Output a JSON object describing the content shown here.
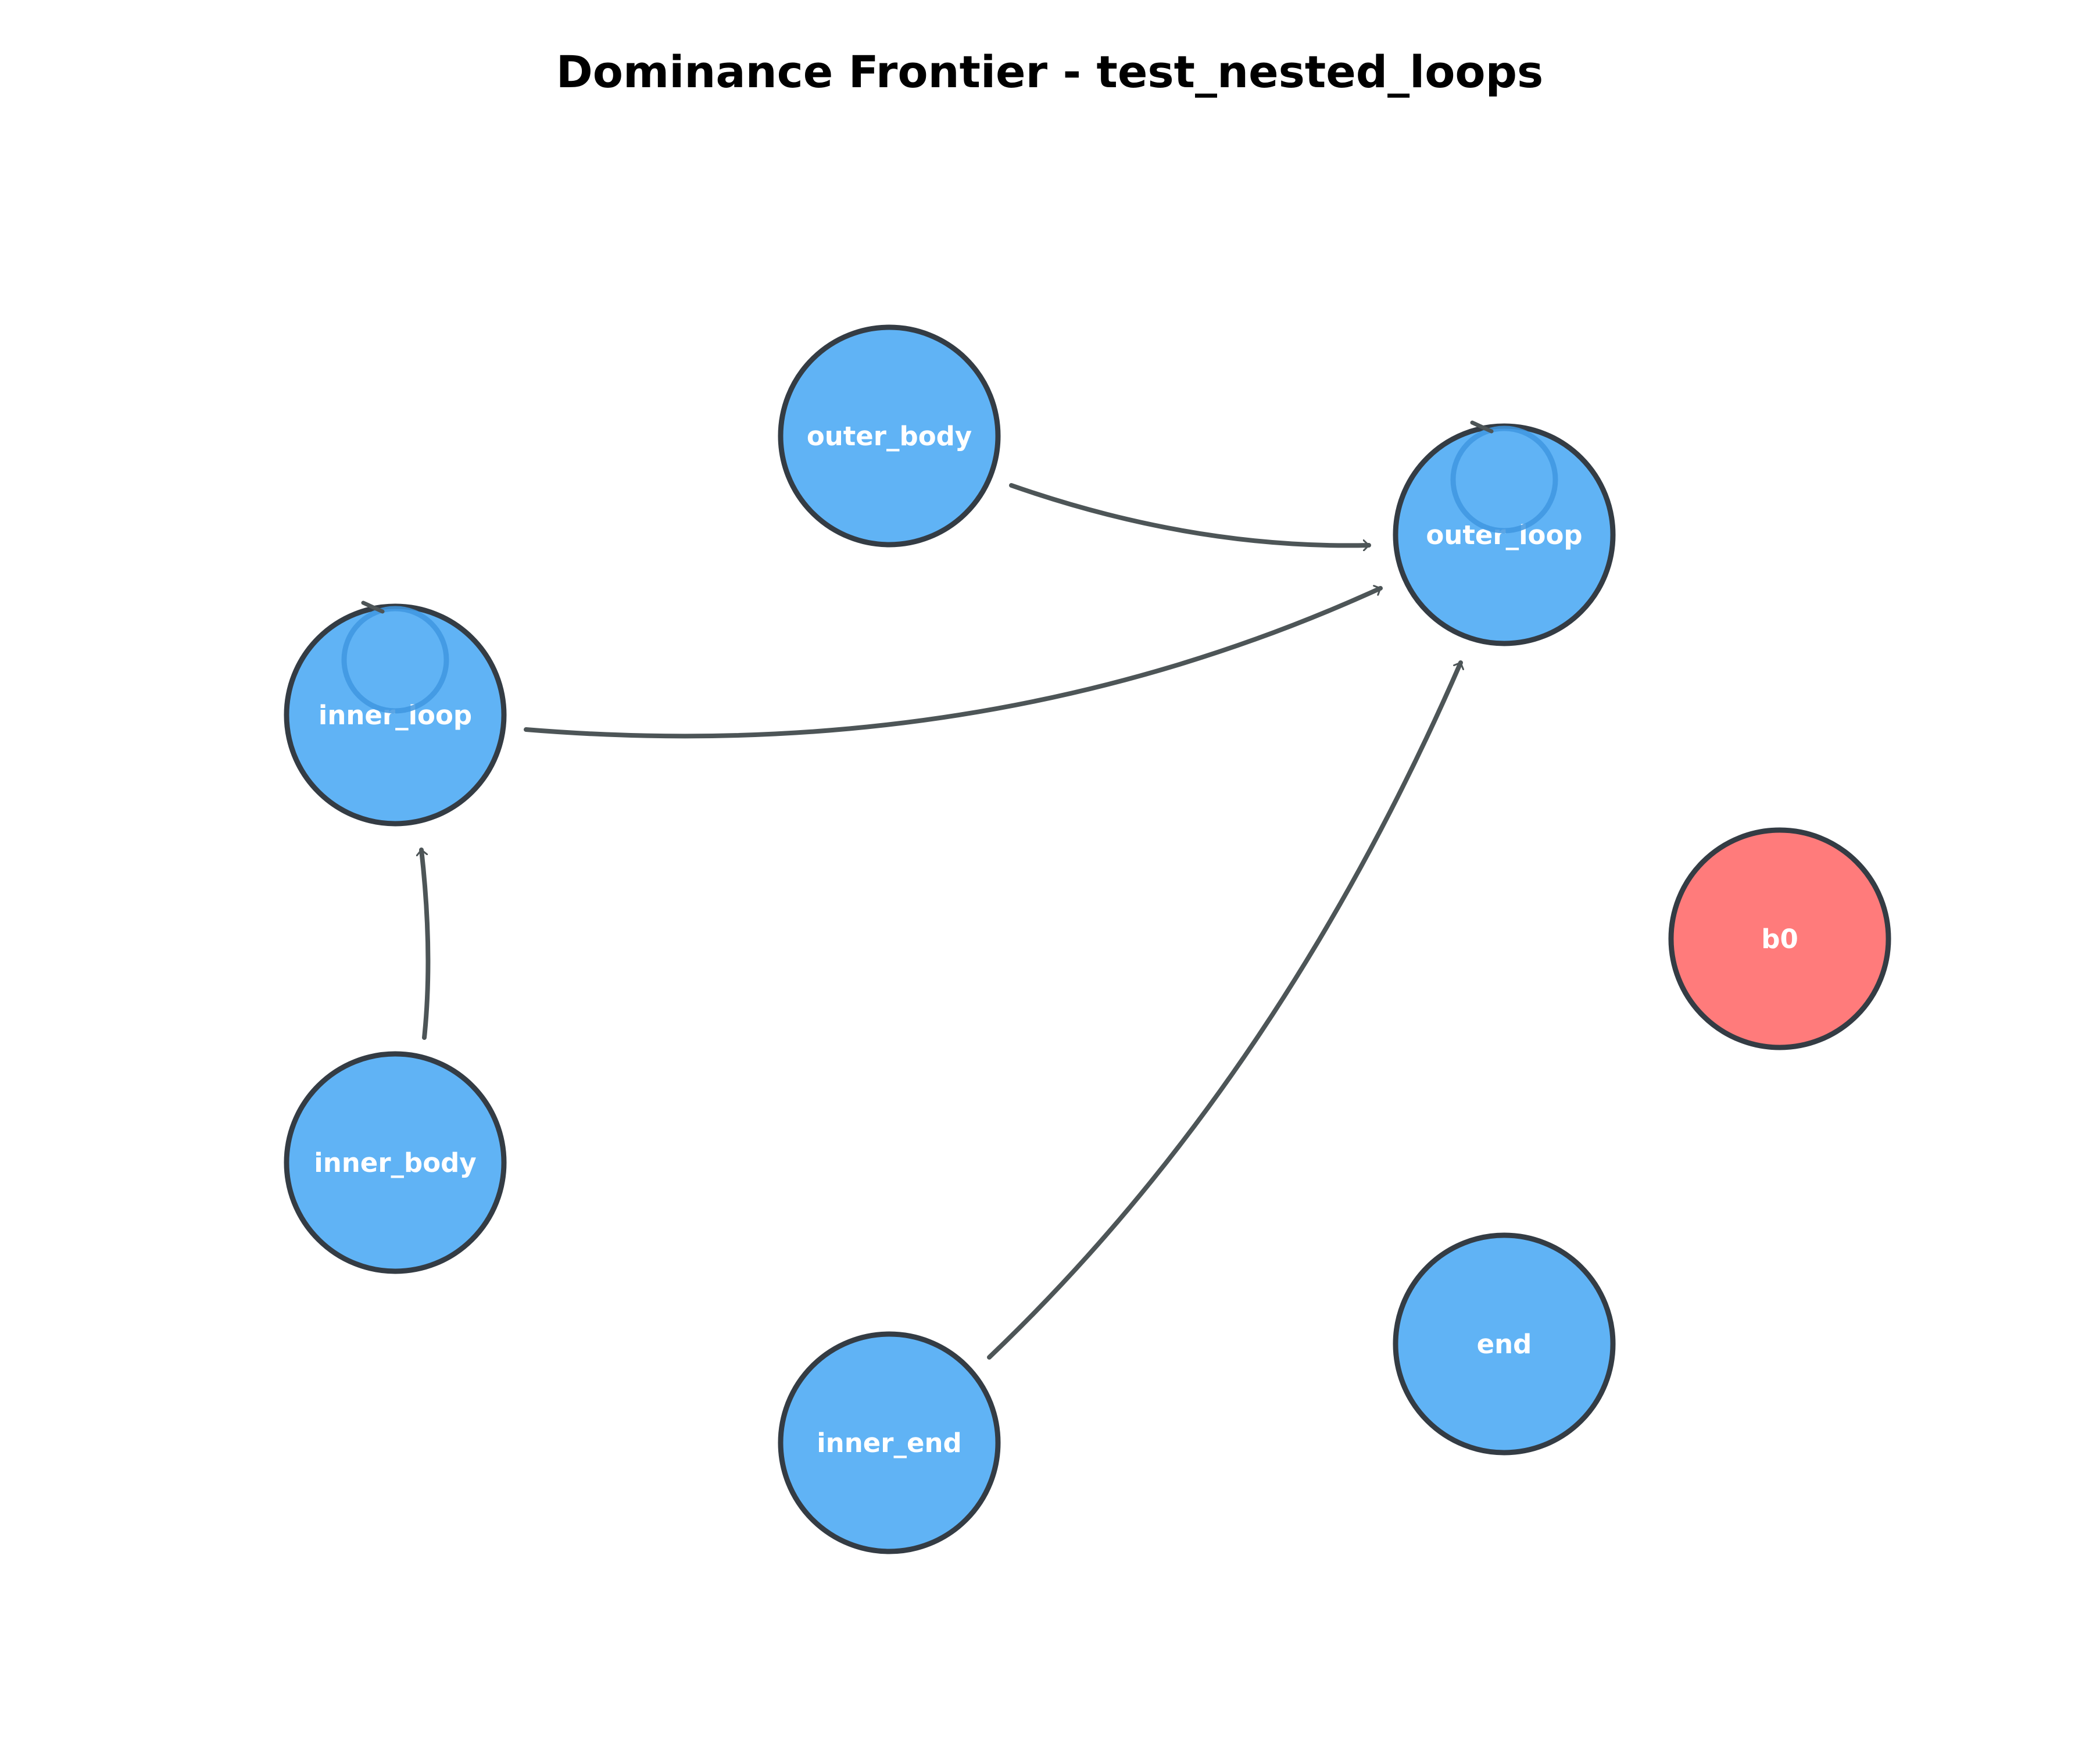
{
  "title": "Dominance Frontier - test_nested_loops",
  "colors": {
    "node_default": "#60b3f5",
    "node_entry": "#ff7b7b",
    "node_stroke": "#343c44",
    "edge": "#4d5557",
    "self_loop": "#3f97e0",
    "label": "#ffffff",
    "title": "#000000"
  },
  "nodes": [
    {
      "id": "outer_body",
      "label": "outer_body",
      "kind": "default"
    },
    {
      "id": "outer_loop",
      "label": "outer_loop",
      "kind": "default"
    },
    {
      "id": "inner_loop",
      "label": "inner_loop",
      "kind": "default"
    },
    {
      "id": "b0",
      "label": "b0",
      "kind": "entry"
    },
    {
      "id": "inner_body",
      "label": "inner_body",
      "kind": "default"
    },
    {
      "id": "end",
      "label": "end",
      "kind": "default"
    },
    {
      "id": "inner_end",
      "label": "inner_end",
      "kind": "default"
    }
  ],
  "edges": [
    {
      "from": "outer_body",
      "to": "outer_loop"
    },
    {
      "from": "inner_loop",
      "to": "outer_loop"
    },
    {
      "from": "inner_end",
      "to": "outer_loop"
    },
    {
      "from": "inner_body",
      "to": "inner_loop"
    },
    {
      "from": "outer_loop",
      "to": "outer_loop"
    },
    {
      "from": "inner_loop",
      "to": "inner_loop"
    }
  ]
}
